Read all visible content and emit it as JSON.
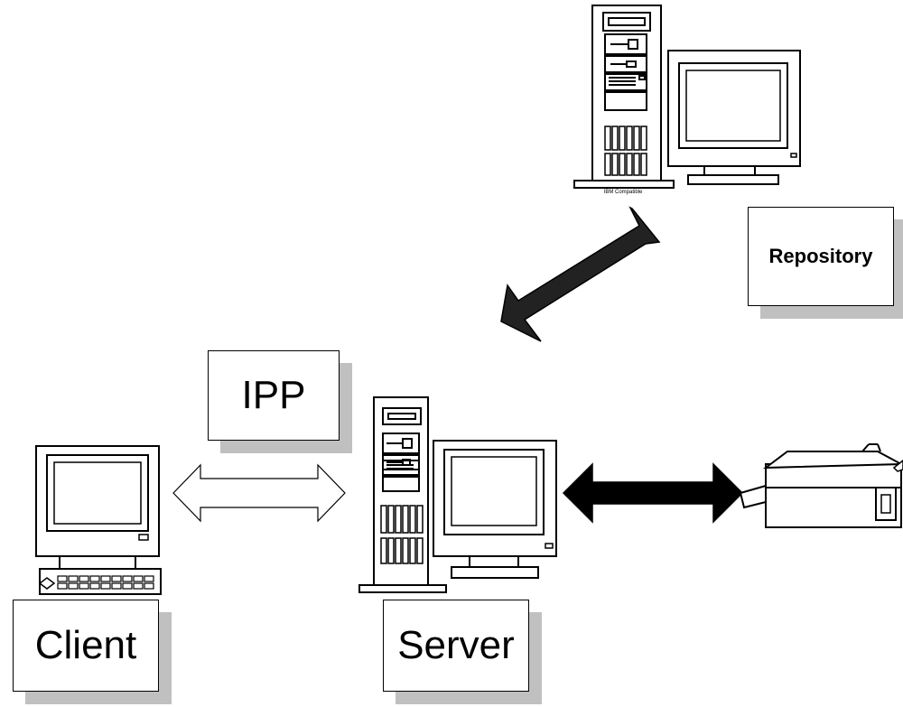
{
  "labels": {
    "ipp": "IPP",
    "client": "Client",
    "server": "Server",
    "repository": "Repository",
    "repo_pc_caption": "IBM Compatible"
  },
  "icons": {
    "client": "client-computer-icon",
    "server": "server-tower-pc-icon",
    "repository": "repository-tower-pc-icon",
    "printer": "printer-icon"
  }
}
